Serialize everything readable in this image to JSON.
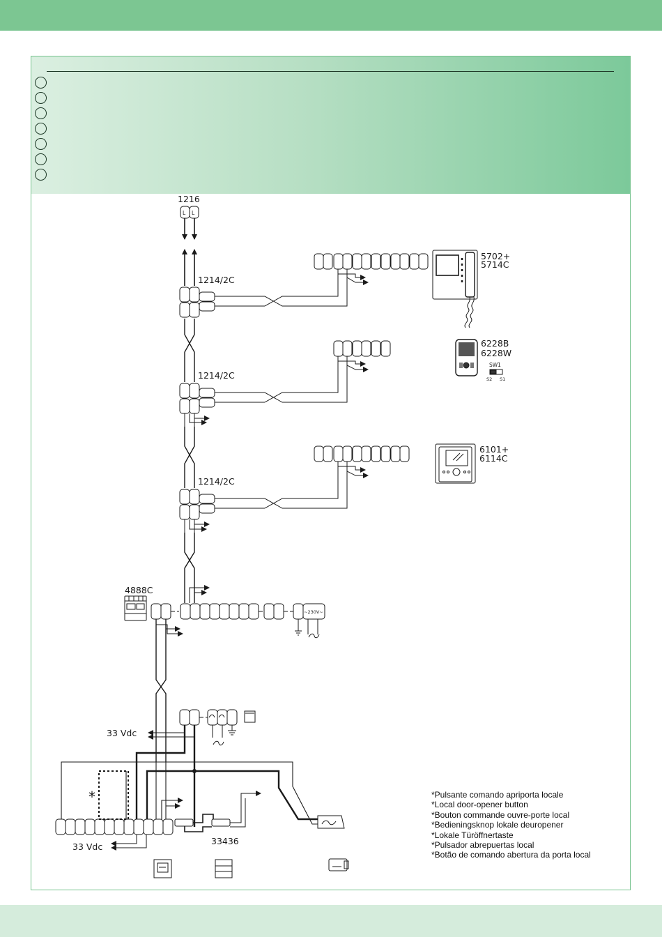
{
  "colors": {
    "band_top": "#7cc692",
    "band_bottom": "#d5ecdc",
    "header_right": "#7cc99a",
    "header_left": "#dbefe1",
    "line": "#1a1a1a"
  },
  "header": {
    "language_markers": 7
  },
  "devices": {
    "top_unit": {
      "code": "1216",
      "terminals": [
        "L",
        "L"
      ]
    },
    "distributor_1": {
      "code": "1214/2C"
    },
    "distributor_2": {
      "code": "1214/2C"
    },
    "distributor_3": {
      "code": "1214/2C"
    },
    "monitor_1": {
      "code_line1": "5702+",
      "code_line2": "5714C"
    },
    "monitor_2": {
      "code_line1": "6228B",
      "code_line2": "6228W",
      "switch_label": "SW1",
      "switch_s2": "S2",
      "switch_s1": "S1"
    },
    "monitor_3": {
      "code_line1": "6101+",
      "code_line2": "6114C"
    },
    "power_supply": {
      "code": "4888C"
    },
    "door_module": {
      "code": "33436"
    }
  },
  "labels": {
    "vdc_upper": "33 Vdc",
    "vdc_lower": "33 Vdc",
    "star": "*",
    "mains": "~230V~"
  },
  "notes": [
    "*Pulsante comando apriporta locale",
    "*Local door-opener button",
    "*Bouton commande ouvre-porte local",
    "*Bedieningsknop lokale deuropener",
    "*Lokale Türöffnertaste",
    "*Pulsador abrepuertas local",
    "*Botão de comando abertura da porta local"
  ]
}
